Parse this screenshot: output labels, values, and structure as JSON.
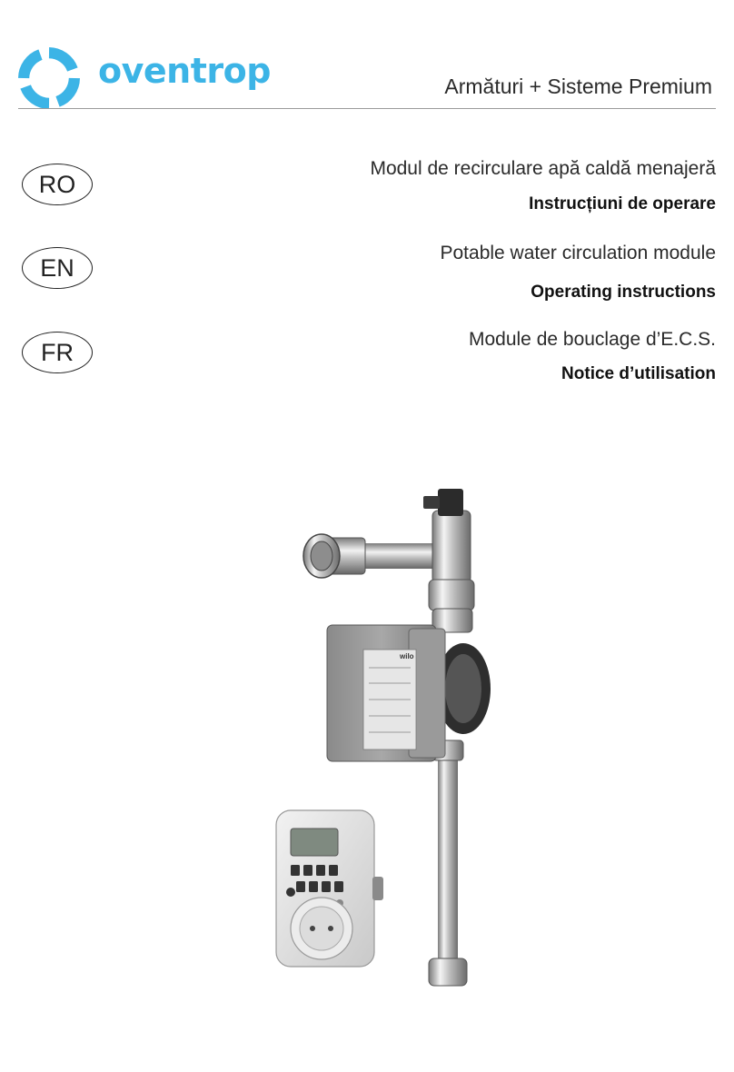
{
  "brand": {
    "name": "oventrop",
    "logo_icon": "oventrop-ring-logo",
    "color": "#3cb4e6"
  },
  "tagline": "Armături + Sisteme Premium",
  "languages": [
    {
      "code": "RO",
      "title": "Modul de recirculare apă caldă menajeră",
      "subtitle": "Instrucțiuni de operare"
    },
    {
      "code": "EN",
      "title": "Potable water circulation module",
      "subtitle": "Operating instructions"
    },
    {
      "code": "FR",
      "title": "Module de bouclage d’E.C.S.",
      "subtitle": "Notice d’utilisation"
    }
  ],
  "product_image": {
    "pump_brand": "wilo"
  }
}
